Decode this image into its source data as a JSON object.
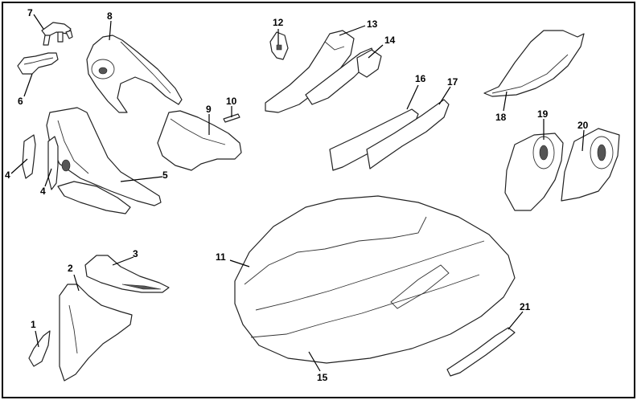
{
  "callouts": {
    "c1": "1",
    "c2": "2",
    "c3": "3",
    "c4a": "4",
    "c4b": "4",
    "c5": "5",
    "c6": "6",
    "c7": "7",
    "c8": "8",
    "c9": "9",
    "c10": "10",
    "c11": "11",
    "c12": "12",
    "c13": "13",
    "c14": "14",
    "c15": "15",
    "c16": "16",
    "c17": "17",
    "c18": "18",
    "c19": "19",
    "c20": "20",
    "c21": "21"
  },
  "colors": {
    "line": "#222222",
    "background": "#ffffff",
    "frame": "#000000"
  }
}
